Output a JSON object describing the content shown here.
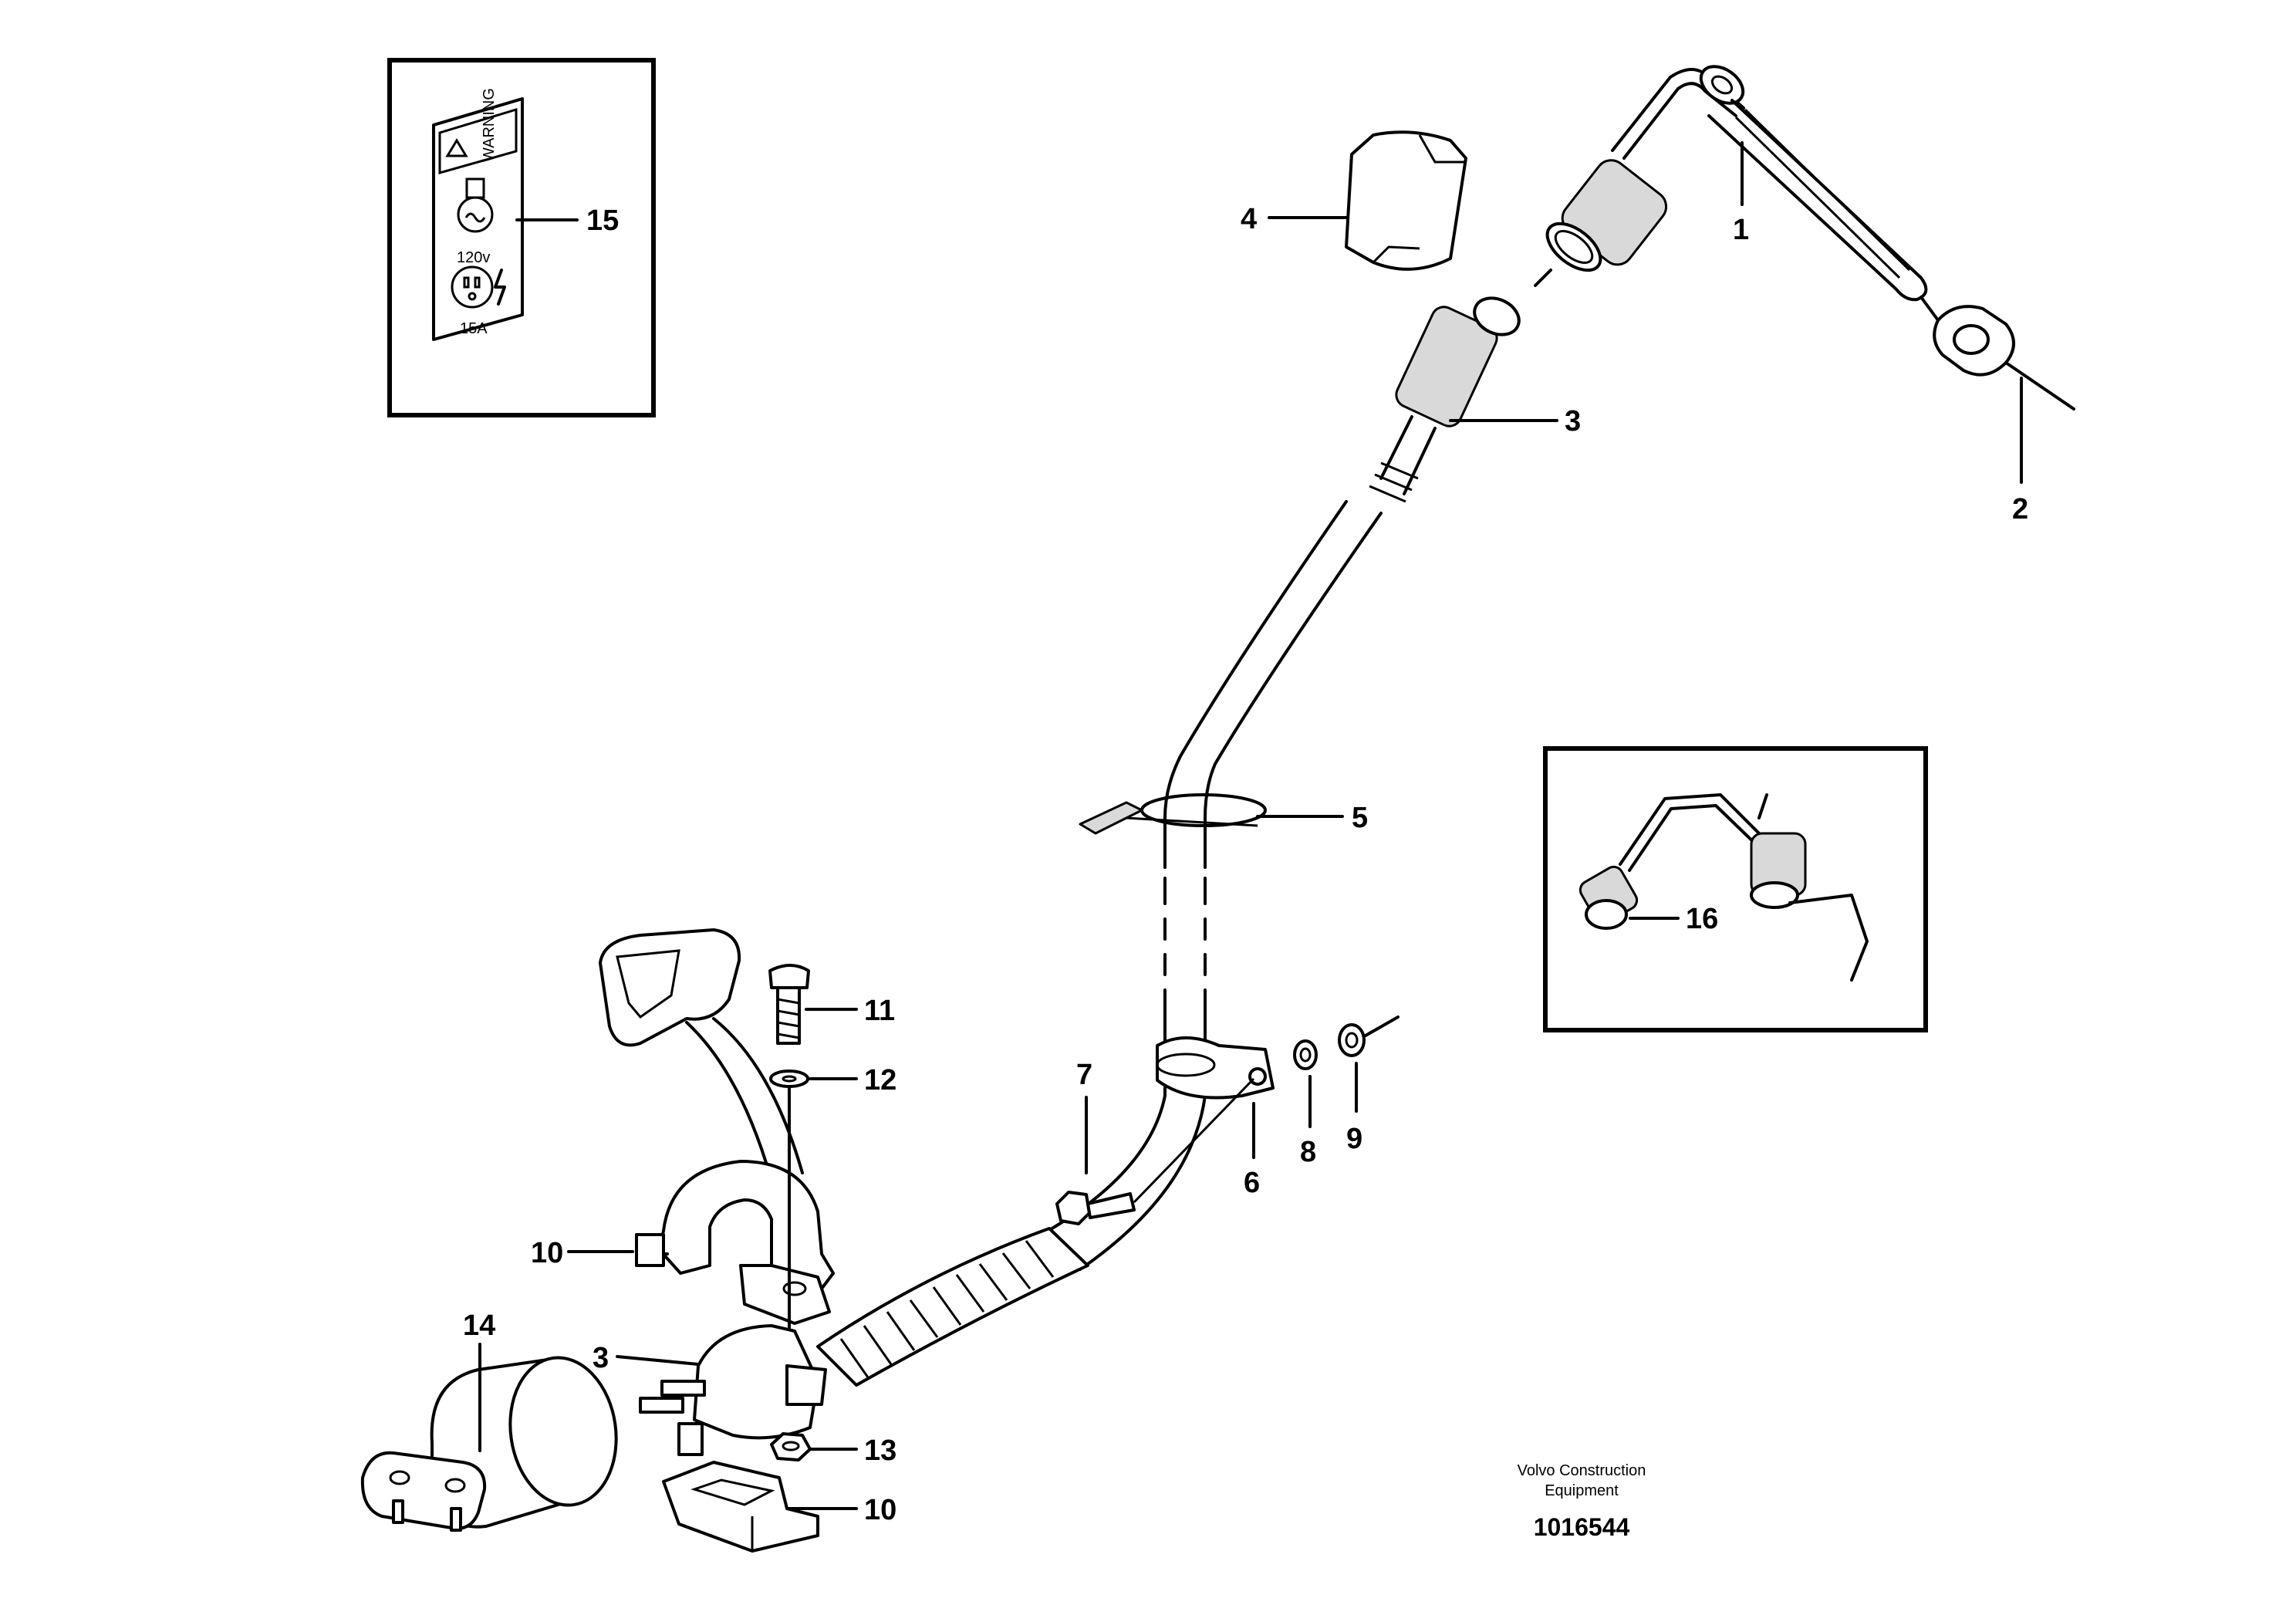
{
  "callouts": {
    "c1": "1",
    "c2": "2",
    "c3_top": "3",
    "c4": "4",
    "c5": "5",
    "c6": "6",
    "c7": "7",
    "c8": "8",
    "c9": "9",
    "c10_upper": "10",
    "c10_lower": "10",
    "c11": "11",
    "c12": "12",
    "c13": "13",
    "c14": "14",
    "c3_bottom": "3",
    "c15": "15",
    "c16": "16"
  },
  "decal": {
    "warning": "WARNING",
    "voltage": "120v",
    "amperage": "15A"
  },
  "credit": {
    "line1": "Volvo Construction",
    "line2": "Equipment",
    "number": "1016544"
  }
}
